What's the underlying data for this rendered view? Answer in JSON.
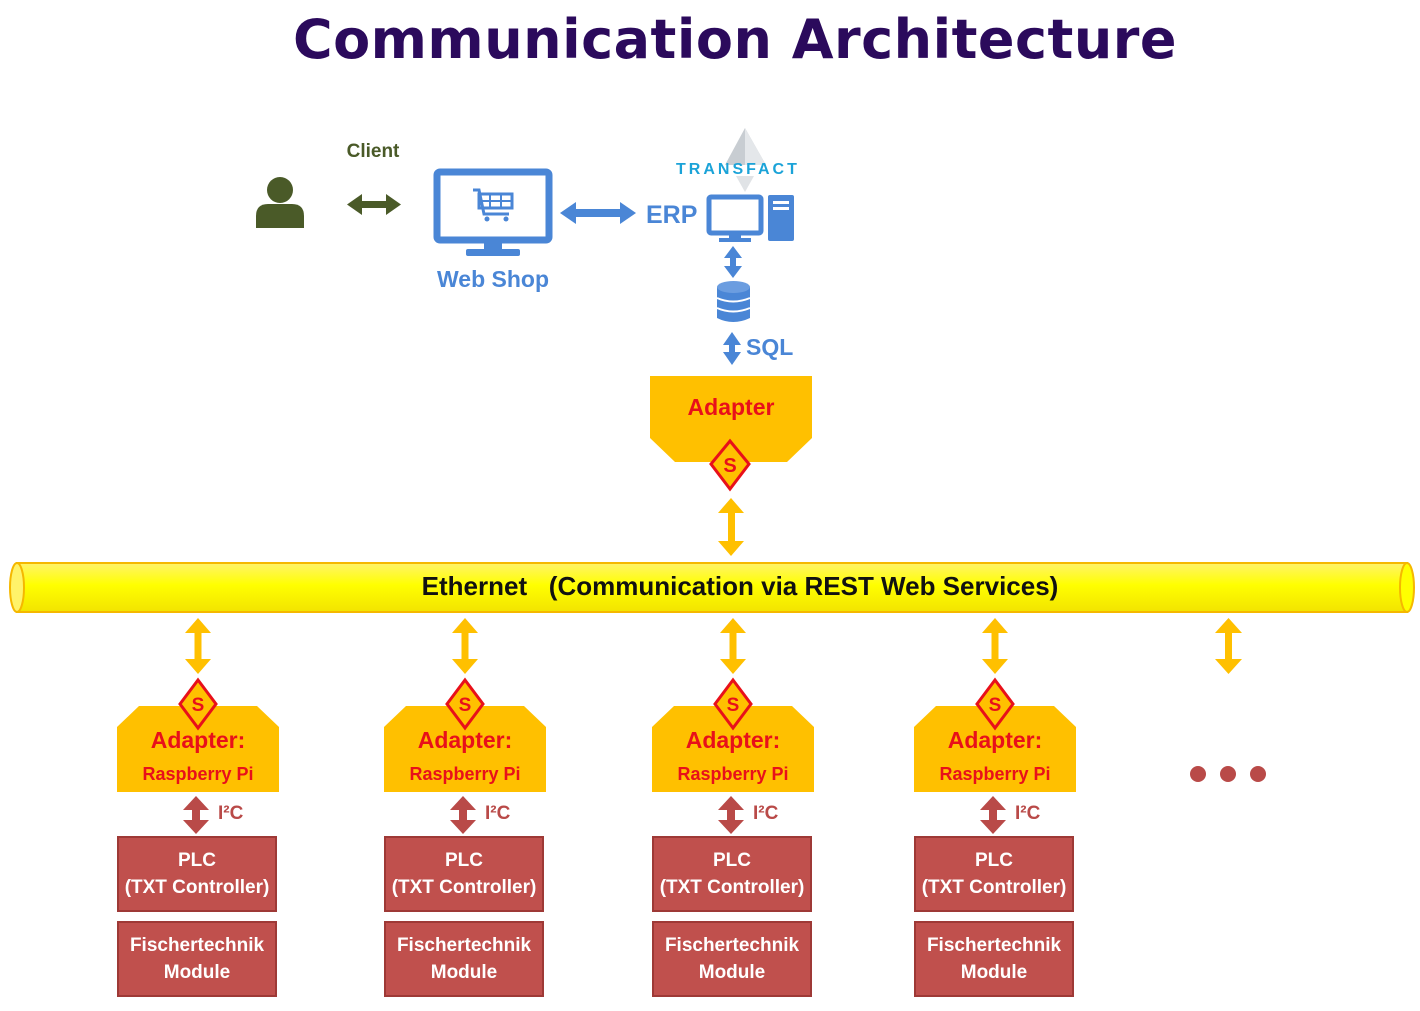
{
  "title": "Communication  Architecture",
  "top": {
    "client_label": "Client",
    "webshop_label": "Web Shop",
    "erp_label": "ERP",
    "erp_logo_text": "TRANSFACT",
    "sql_label": "SQL",
    "top_adapter_label": "Adapter",
    "security_symbol": "S"
  },
  "bus": {
    "label": "Ethernet   (Communication via REST Web Services)"
  },
  "nodes": [
    {
      "adapter_title": "Adapter:",
      "adapter_sub": "Raspberry Pi",
      "link_label": "I²C",
      "plc_line1": "PLC",
      "plc_line2": "(TXT Controller)",
      "module_line1": "Fischertechnik",
      "module_line2": "Module"
    },
    {
      "adapter_title": "Adapter:",
      "adapter_sub": "Raspberry Pi",
      "link_label": "I²C",
      "plc_line1": "PLC",
      "plc_line2": "(TXT Controller)",
      "module_line1": "Fischertechnik",
      "module_line2": "Module"
    },
    {
      "adapter_title": "Adapter:",
      "adapter_sub": "Raspberry Pi",
      "link_label": "I²C",
      "plc_line1": "PLC",
      "plc_line2": "(TXT Controller)",
      "module_line1": "Fischertechnik",
      "module_line2": "Module"
    },
    {
      "adapter_title": "Adapter:",
      "adapter_sub": "Raspberry Pi",
      "link_label": "I²C",
      "plc_line1": "PLC",
      "plc_line2": "(TXT Controller)",
      "module_line1": "Fischertechnik",
      "module_line2": "Module"
    }
  ],
  "colors": {
    "title": "#2b0a5c",
    "client_green": "#4a5a28",
    "erp_blue": "#4a86d6",
    "adapter_orange": "#ffc000",
    "adapter_text_red": "#e8101a",
    "bus_yellow": "#ffff00",
    "plc_red": "#c0504d"
  },
  "icons": {
    "client": "person-icon",
    "webshop": "monitor-cart-icon",
    "erp": "desktop-computer-icon",
    "database": "database-icon",
    "security": "diamond-s-icon",
    "more": "ellipsis-icon"
  }
}
